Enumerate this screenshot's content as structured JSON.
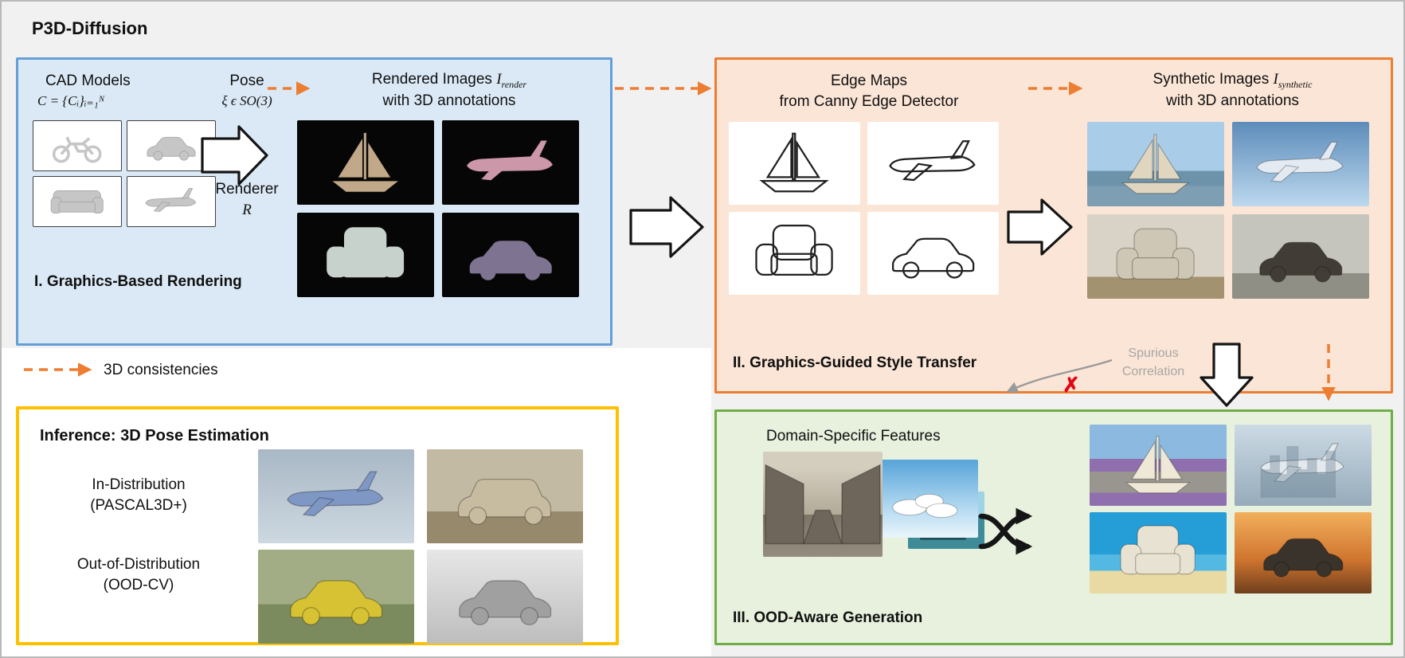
{
  "title": "P3D-Diffusion",
  "colors": {
    "panel1_bg": "#dbe9f6",
    "panel1_border": "#64a0d8",
    "panel2_bg": "#fbe5d6",
    "panel2_border": "#ed7d31",
    "panel3_bg": "#e7f1de",
    "panel3_border": "#70ad47",
    "inference_border": "#ffc000",
    "accent_orange": "#ed7d31",
    "gray_note": "#a6a6a6",
    "red_cross": "#e30613"
  },
  "panel1": {
    "cad_heading": "CAD Models",
    "cad_math": "C = {Cᵢ}ᵢ₌₁ᴺ",
    "pose_heading": "Pose",
    "pose_math": "ξ ϵ SO(3)",
    "renderer_label": "Renderer",
    "renderer_math": "R",
    "rendered_heading_pre": "Rendered Images",
    "rendered_math_base": "I",
    "rendered_math_sub": "render",
    "rendered_heading_line2": "with 3D annotations",
    "label": "I. Graphics-Based Rendering",
    "cad_items": [
      "motorcycle",
      "car",
      "sofa",
      "airplane"
    ],
    "rendered_items": [
      "sailboat",
      "airplane",
      "armchair",
      "car"
    ]
  },
  "legend": {
    "text": "3D consistencies"
  },
  "panel2": {
    "edge_heading_line1": "Edge Maps",
    "edge_heading_line2": "from Canny Edge Detector",
    "synthetic_heading_pre": "Synthetic Images",
    "synthetic_math_base": "I",
    "synthetic_math_sub": "synthetic",
    "synthetic_heading_line2": "with 3D annotations",
    "label": "II. Graphics-Guided Style Transfer",
    "edge_items": [
      "sailboat",
      "airplane",
      "armchair",
      "car"
    ],
    "synthetic_items": [
      "sailboat",
      "airplane",
      "armchair",
      "car"
    ]
  },
  "spurious": {
    "line1": "Spurious",
    "line2": "Correlation",
    "cross": "✗"
  },
  "panel3": {
    "features_heading": "Domain-Specific Features",
    "label": "III. OOD-Aware Generation",
    "feature_items": [
      "street-alley",
      "sky",
      "city-skyline"
    ],
    "output_items": [
      "sailboat-on-road",
      "airplane-snowy-city",
      "armchair-beach",
      "car-sunset-bridge"
    ]
  },
  "inference": {
    "heading": "Inference: 3D Pose Estimation",
    "in_dist_line1": "In-Distribution",
    "in_dist_line2": "(PASCAL3D+)",
    "ood_line1": "Out-of-Distribution",
    "ood_line2": "(OOD-CV)",
    "in_dist_items": [
      "airplane",
      "station-wagon"
    ],
    "ood_items": [
      "sports-car",
      "car-in-snow"
    ]
  },
  "icons": {
    "shuffle": "two-crossing-arrows",
    "block_arrow": "hollow-outlined-arrow",
    "dashed_arrow": "orange-dashed-arrow",
    "gray_arrow": "curved-gray-arrow"
  }
}
